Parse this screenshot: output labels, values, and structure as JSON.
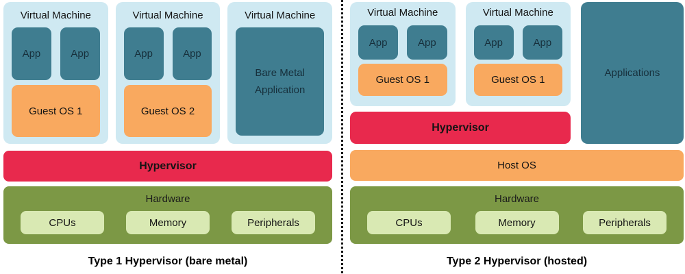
{
  "colors": {
    "vm_background": "#cfe9f2",
    "app_teal": "#3f7d90",
    "os_orange": "#f9a95f",
    "hypervisor_red": "#e8294d",
    "hardware_olive": "#7c9845",
    "component_green": "#d9e9b3",
    "navy_text": "#17303c",
    "divider_black": "#141414"
  },
  "type1": {
    "caption": "Type 1 Hypervisor (bare metal)",
    "hypervisor_label": "Hypervisor",
    "hardware": {
      "title": "Hardware",
      "components": [
        "CPUs",
        "Memory",
        "Peripherals"
      ]
    },
    "vms": [
      {
        "title": "Virtual Machine",
        "apps": [
          "App",
          "App"
        ],
        "os": "Guest OS 1"
      },
      {
        "title": "Virtual Machine",
        "apps": [
          "App",
          "App"
        ],
        "os": "Guest OS 2"
      },
      {
        "title": "Virtual Machine",
        "application": "Bare Metal Application"
      }
    ]
  },
  "type2": {
    "caption": "Type 2 Hypervisor (hosted)",
    "hypervisor_label": "Hypervisor",
    "host_os_label": "Host OS",
    "applications_label": "Applications",
    "hardware": {
      "title": "Hardware",
      "components": [
        "CPUs",
        "Memory",
        "Peripherals"
      ]
    },
    "vms": [
      {
        "title": "Virtual Machine",
        "apps": [
          "App",
          "App"
        ],
        "os": "Guest OS 1"
      },
      {
        "title": "Virtual Machine",
        "apps": [
          "App",
          "App"
        ],
        "os": "Guest OS 1"
      }
    ]
  }
}
